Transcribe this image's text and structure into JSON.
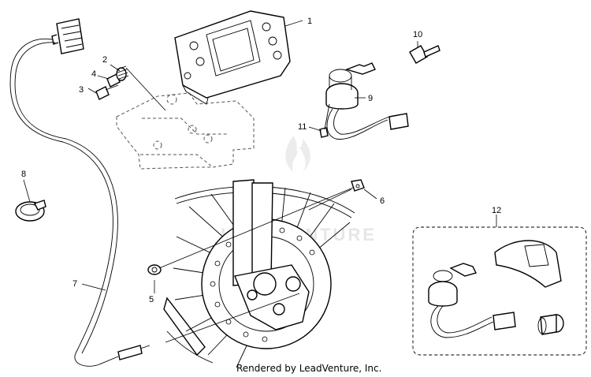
{
  "callouts": [
    "1",
    "2",
    "3",
    "4",
    "5",
    "6",
    "7",
    "8",
    "9",
    "10",
    "11",
    "12"
  ],
  "watermark": "LEADVENTURE",
  "footer": "Rendered by LeadVenture, Inc."
}
